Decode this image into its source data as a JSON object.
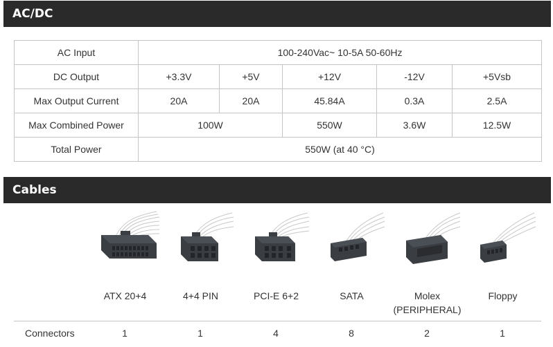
{
  "sections": {
    "acdc_title": "AC/DC",
    "cables_title": "Cables"
  },
  "spec_table": {
    "ac_input": {
      "label": "AC Input",
      "value": "100-240Vac~  10-5A  50-60Hz"
    },
    "dc_output": {
      "label": "DC Output",
      "values": [
        "+3.3V",
        "+5V",
        "+12V",
        "-12V",
        "+5Vsb"
      ]
    },
    "max_output_current": {
      "label": "Max Output Current",
      "values": [
        "20A",
        "20A",
        "45.84A",
        "0.3A",
        "2.5A"
      ]
    },
    "max_combined_power": {
      "label": "Max Combined Power",
      "values": [
        "100W",
        "550W",
        "3.6W",
        "12.5W"
      ]
    },
    "total_power": {
      "label": "Total Power",
      "value": "550W (at 40 °C)"
    }
  },
  "cables": {
    "items": [
      {
        "label": "ATX 20+4",
        "icon": "atx-20-4-connector-icon",
        "count": "1"
      },
      {
        "label": "4+4 PIN",
        "icon": "eps-4-4-connector-icon",
        "count": "1"
      },
      {
        "label": "PCI-E 6+2",
        "icon": "pcie-6-2-connector-icon",
        "count": "4"
      },
      {
        "label": "SATA",
        "icon": "sata-connector-icon",
        "count": "8"
      },
      {
        "label": "Molex\n(PERIPHERAL)",
        "label_line1": "Molex",
        "label_line2": "(PERIPHERAL)",
        "icon": "molex-connector-icon",
        "count": "2"
      },
      {
        "label": "Floppy",
        "icon": "floppy-connector-icon",
        "count": "1"
      }
    ],
    "connectors_label": "Connectors"
  },
  "colors": {
    "header_bg": "#2a2a2a",
    "header_text": "#ffffff",
    "border": "#c4c4c4",
    "connector_body": "#3a3d42"
  }
}
